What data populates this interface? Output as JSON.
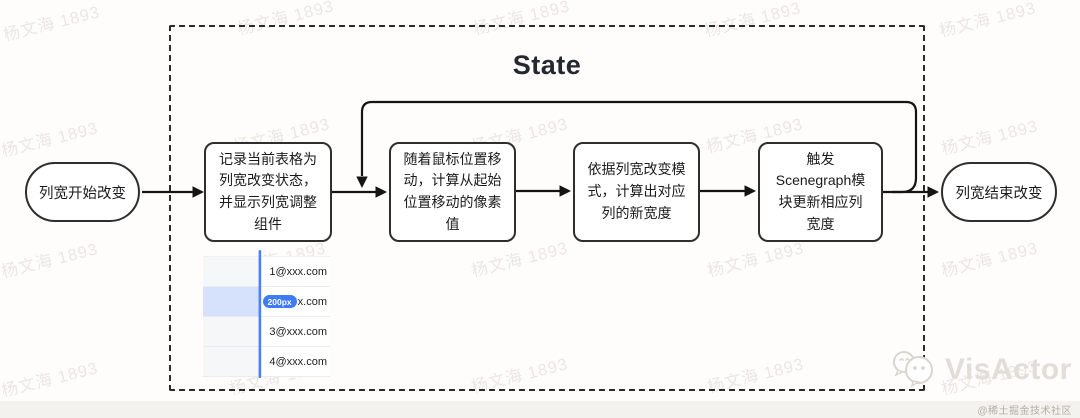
{
  "title": "State",
  "watermark": {
    "text": "杨文海 1893"
  },
  "flow": {
    "start_label": "列宽开始改变",
    "end_label": "列宽结束改变",
    "steps": [
      {
        "label": "记录当前表格为列宽改变状态，并显示列宽调整组件"
      },
      {
        "label": "随着鼠标位置移动，计算从起始位置移动的像素值"
      },
      {
        "label": "依据列宽改变模式，计算出对应列的新宽度"
      },
      {
        "label": "触发Scenegraph模块更新相应列宽度"
      }
    ]
  },
  "table_preview": {
    "resize_badge": "200px",
    "rows": [
      {
        "email": "1@xxx.com"
      },
      {
        "email": "x.com"
      },
      {
        "email": "3@xxx.com"
      },
      {
        "email": "4@xxx.com"
      }
    ],
    "accent_color": "#3e7bf7",
    "highlight_color": "#d6e2fb"
  },
  "brand": {
    "logo_text": "VisActor"
  },
  "footer": {
    "credit": "@稀土掘金技术社区"
  }
}
